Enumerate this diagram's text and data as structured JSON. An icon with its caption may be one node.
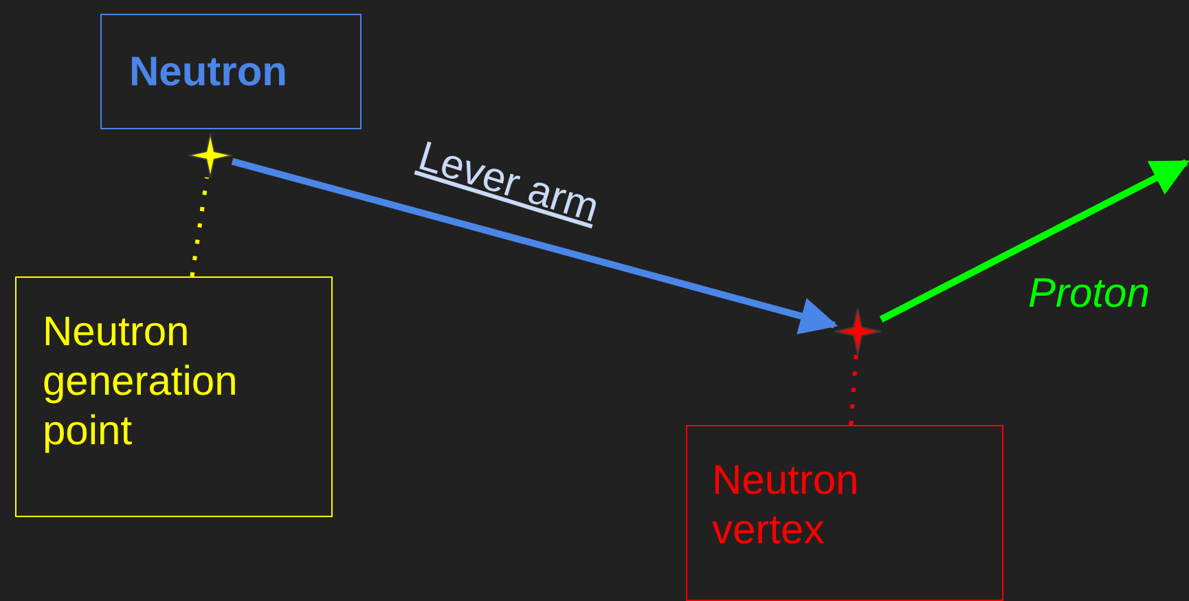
{
  "diagram": {
    "nodes": [
      {
        "text": [
          "Neutron"
        ]
      },
      {
        "text": [],
        "shape": "star"
      },
      {
        "text": [
          "Neutron generation point"
        ]
      },
      {
        "text": [],
        "shape": "star"
      },
      {
        "text": [
          "Neutron vertex"
        ]
      }
    ],
    "edges": [
      {
        "from": 1,
        "to": 3,
        "arrow": "to",
        "label": "Lever arm",
        "color": "#4a86e8"
      },
      {
        "from": 3,
        "to": null,
        "arrow": "to",
        "label": "Proton",
        "color": "#00ff00"
      },
      {
        "from": 2,
        "to": 1,
        "arrow": "none",
        "style": "dashed",
        "color": "#ffff00"
      },
      {
        "from": 4,
        "to": 3,
        "arrow": "none",
        "style": "dashed",
        "color": "#ff0000"
      }
    ]
  }
}
